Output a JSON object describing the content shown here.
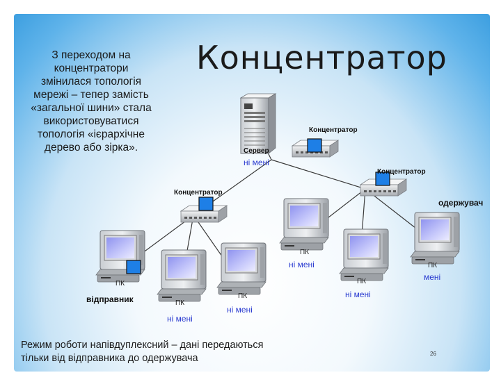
{
  "slide": {
    "title": "Концентратор",
    "intro_lines": [
      "З переходом на",
      "концентратори",
      "змінилася топологія",
      "мережі – тепер замість",
      "«загальної шини» стала",
      "використовуватися",
      "топологія «ієрархічне",
      "дерево або зірка»."
    ],
    "footer_lines": [
      "Режим роботи напівдуплексний – дані передаються",
      "тільки від відправника до одержувача"
    ],
    "page_number": "26"
  },
  "diagram": {
    "server_label": "Сервер",
    "hub_label": "Концентратор",
    "pc_label": "ПК",
    "roles": {
      "not_me": "ні мені",
      "to_me": "мені",
      "sender": "відправник",
      "receiver": "одержувач"
    }
  },
  "colors": {
    "accent": "#2a3bd0",
    "frame_blue": "#3d9fe0",
    "port_blue": "#1e7fe6"
  }
}
